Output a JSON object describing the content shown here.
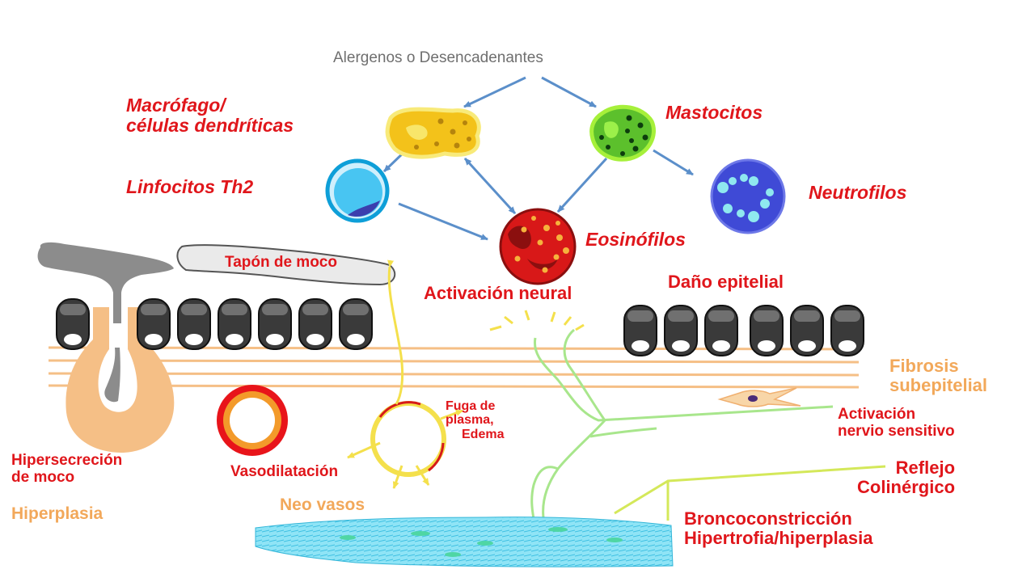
{
  "title": "Alergenos o Desencadenantes",
  "cells": {
    "macrophage": [
      "Macrófago/",
      "células dendríticas"
    ],
    "mast": "Mastocitos",
    "th2": "Linfocitos Th2",
    "neutrophils": "Neutrofilos",
    "eosinophils": "Eosinófilos"
  },
  "labels": {
    "mucus_plug": "Tapón de moco",
    "neural_activation": "Activación neural",
    "epithelial_damage": "Daño epitelial",
    "fibrosis": [
      "Fibrosis",
      "subepitelial"
    ],
    "sensory_nerve": [
      "Activación",
      "nervio sensitivo"
    ],
    "plasma_leak": [
      "Fuga de",
      "plasma,",
      "Edema"
    ],
    "hypersecretion": [
      "Hipersecreción",
      "de moco"
    ],
    "hyperplasia": "Hiperplasia",
    "vasodilation": "Vasodilatación",
    "neovessels": "Neo vasos",
    "cholinergic_reflex": [
      "Reflejo",
      "Colinérgico"
    ],
    "bronchoconstriction": [
      "Broncoconstricción",
      "Hipertrofia/hiperplasia"
    ]
  },
  "colors": {
    "label_red": "#e0161b",
    "label_orange": "#f2a85a",
    "title_gray": "#6f6f6f",
    "arrow_blue": "#5b8fca",
    "nerve_green": "#a8e68c",
    "muscle_cyan": "#6fd6f0",
    "mucus_gray": "#8c8c8c",
    "gland_peach": "#f5bf86"
  },
  "icons": [
    "macrophage-cell-icon",
    "mast-cell-icon",
    "th2-lymphocyte-icon",
    "neutrophil-cell-icon",
    "eosinophil-cell-icon",
    "mucous-gland-icon",
    "blood-vessel-icon",
    "smooth-muscle-icon"
  ]
}
